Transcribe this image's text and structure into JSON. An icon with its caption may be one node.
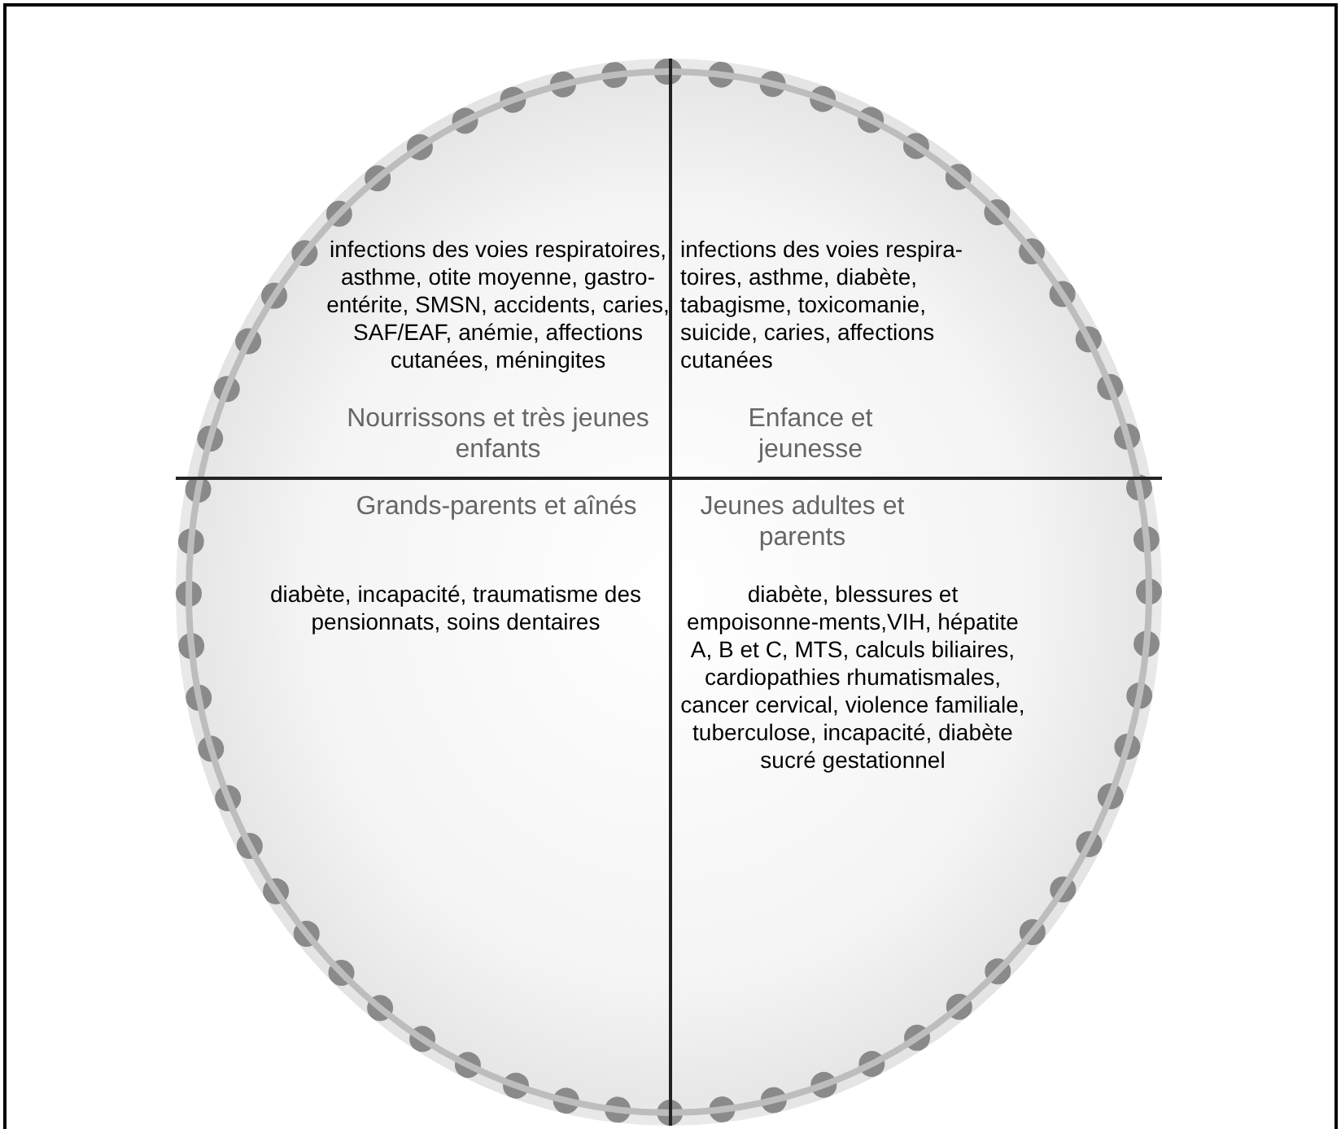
{
  "diagram": {
    "nodes": [
      {
        "text": [],
        "shape": "circle"
      },
      {
        "text": [
          "infections des voies respiratoires, asthme, otite moyenne, gastro-entérite, SMSN, accidents, caries, SAF/EAF, anémie, affections cutanées, méningites",
          "Nourrissons et très jeunes enfants"
        ],
        "in": 0
      },
      {
        "text": [
          "infections des voies respira-toires, asthme, diabète, tabagisme, toxicomanie, suicide, caries, affections cutanées",
          "Enfance et jeunesse"
        ],
        "in": 0
      },
      {
        "text": [
          "Grands-parents et aînés",
          "diabète, incapacité, traumatisme des pensionnats, soins dentaires"
        ],
        "in": 0
      },
      {
        "text": [
          "Jeunes adultes et parents",
          "diabète, blessures et empoisonne-ments,VIH, hépatite A, B et C, MTS, calculs biliaires, cardiopathies rhumatismales, cancer cervical, violence familiale, tuberculose, incapacité, diabète sucré gestationnel"
        ],
        "in": 0
      }
    ]
  }
}
